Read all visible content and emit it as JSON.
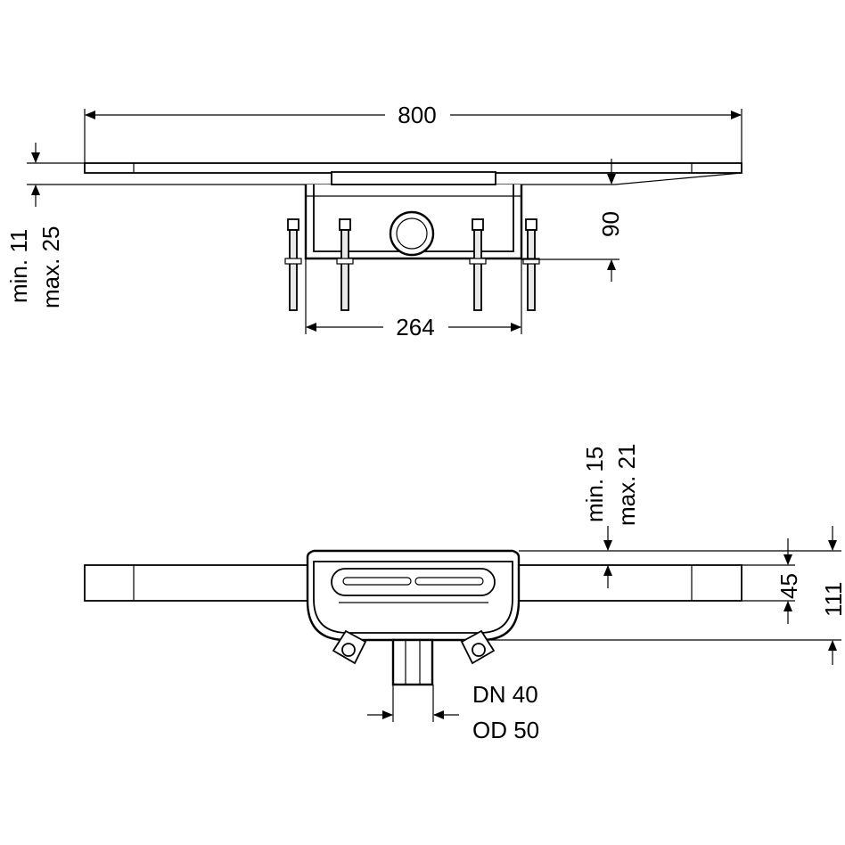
{
  "dimensions": {
    "total_length": "800",
    "body_width": "264",
    "body_depth": "90",
    "adjust_top_min": "min. 11",
    "adjust_top_max": "max. 25",
    "adjust_side_min": "min. 15",
    "adjust_side_max": "max. 21",
    "side_height_a": "45",
    "side_height_b": "111",
    "outlet_dn": "DN 40",
    "outlet_od": "OD 50"
  }
}
